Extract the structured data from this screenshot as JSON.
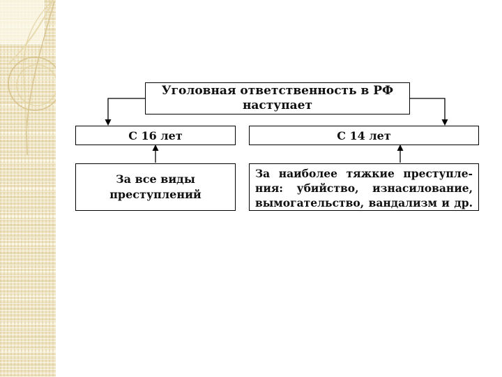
{
  "slide": {
    "type": "presentation-slide",
    "background_color": "#ffffff",
    "sidebar_color": "#f1e7c9",
    "box_border_color": "#000000",
    "text_color": "#111111"
  },
  "diagram": {
    "root": {
      "line1": "Уголовная ответственность в РФ",
      "line2": "наступает"
    },
    "age16": {
      "label": "С 16 лет"
    },
    "age14": {
      "label": "С 14 лет"
    },
    "all_crimes": {
      "line1": "За все виды",
      "line2": "преступлений"
    },
    "grave_crimes": {
      "line1": "За наиболее тяжкие преступле-",
      "line2": "ния: убийство, изнасилование,",
      "line3": "вымогательство, вандализм и др."
    }
  }
}
